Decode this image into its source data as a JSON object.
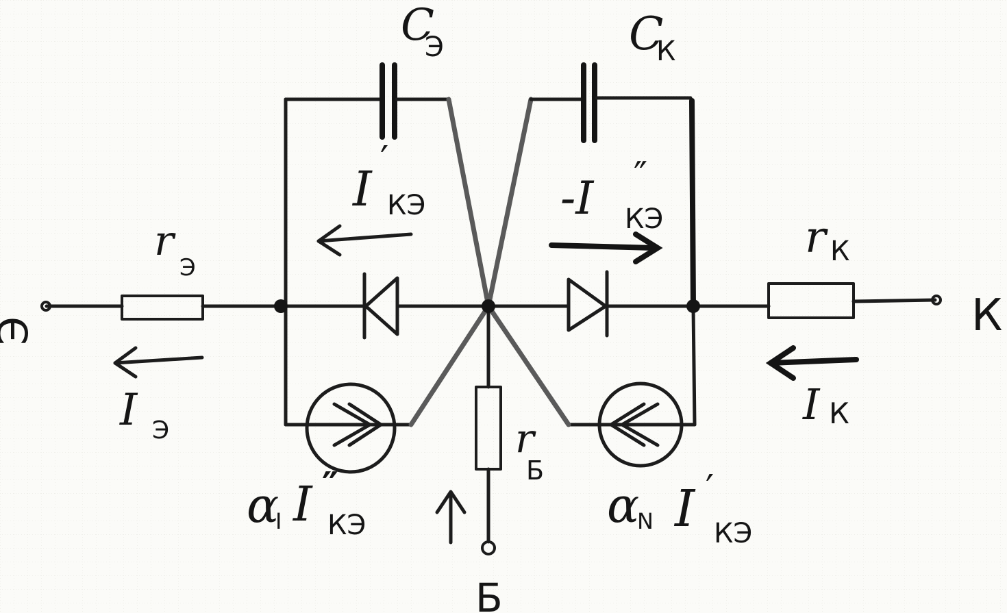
{
  "labels": {
    "terminal_emitter": "Э",
    "terminal_collector": "К",
    "terminal_base": "Б",
    "cap_emitter": {
      "main": "C",
      "sub": "Э"
    },
    "cap_collector": {
      "main": "C",
      "sub": "К"
    },
    "diode_emitter_current": {
      "main": "I",
      "prime": "′",
      "sub": "КЭ"
    },
    "diode_collector_current": {
      "main": "-I",
      "prime": "″",
      "sub": "КЭ"
    },
    "res_emitter": {
      "main": "r",
      "sub": "Э"
    },
    "res_collector": {
      "main": "r",
      "sub": "К"
    },
    "res_base": {
      "main": "r",
      "sub": "Б"
    },
    "emitter_current": {
      "main": "I",
      "sub": "Э"
    },
    "collector_current": {
      "main": "I",
      "sub": "К"
    },
    "source_inverse": {
      "alpha": "α",
      "alpha_sub": "I",
      "main": "I",
      "prime": "″",
      "sub": "КЭ"
    },
    "source_normal": {
      "alpha": "α",
      "alpha_sub": "N",
      "main": "I",
      "prime": "′",
      "sub": "КЭ"
    }
  }
}
